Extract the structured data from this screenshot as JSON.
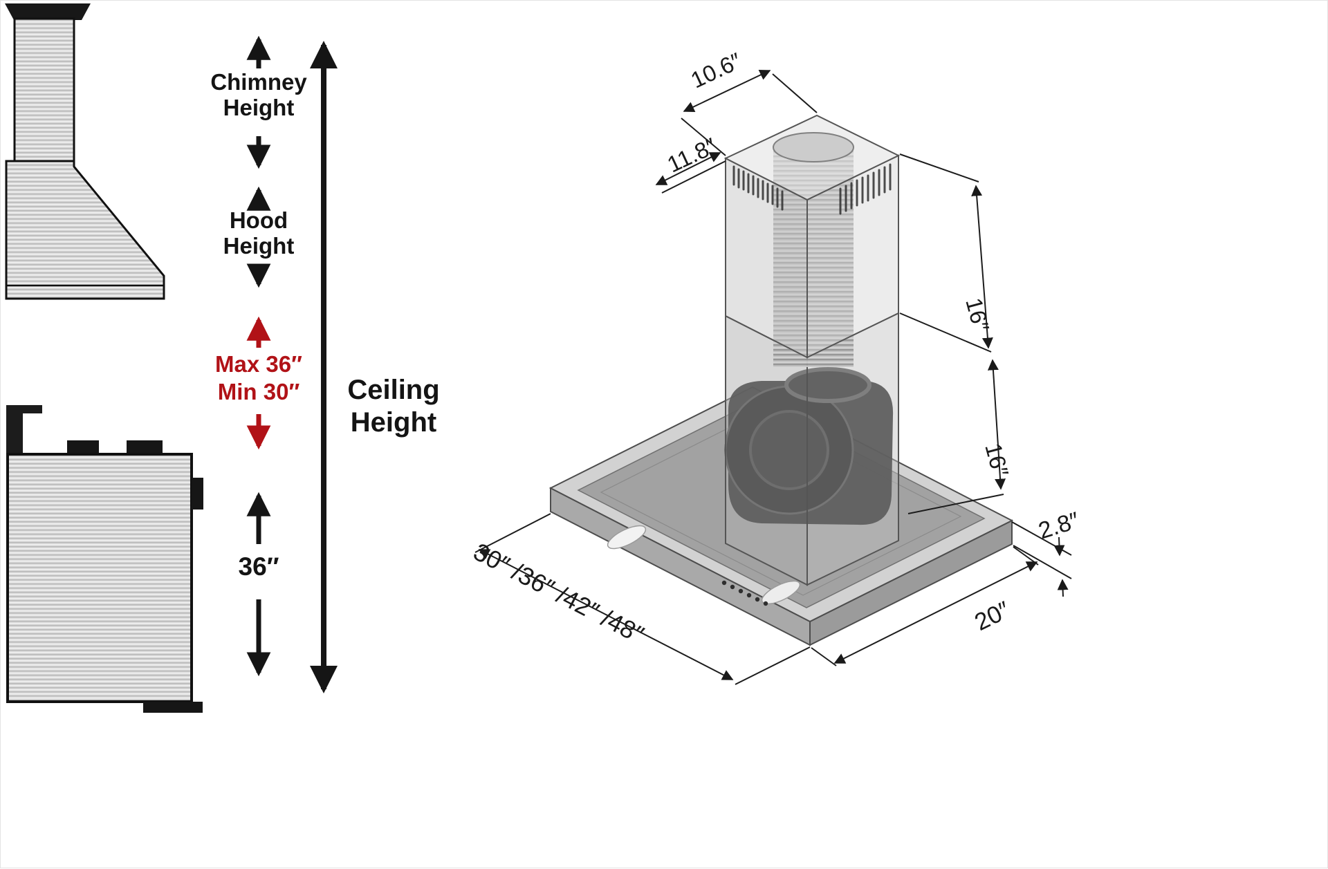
{
  "page": {
    "background": "#ffffff",
    "ink": "#141414",
    "accent_red": "#b11217"
  },
  "left_diagram": {
    "chimney_height_label": "Chimney\nHeight",
    "hood_height_label": "Hood\nHeight",
    "mounting_range_label": "Max 36″\nMin 30″",
    "ceiling_height_label": "Ceiling\nHeight",
    "range_to_hood_label": "36″"
  },
  "right_diagram": {
    "chimney_top_width": "10.6″",
    "chimney_top_depth": "11.8″",
    "upper_chimney_height": "16″",
    "lower_chimney_height": "16″",
    "hood_body_height": "2.8″",
    "hood_depth": "20″",
    "hood_width_options": "30″ /36″ /42″ /48″"
  }
}
